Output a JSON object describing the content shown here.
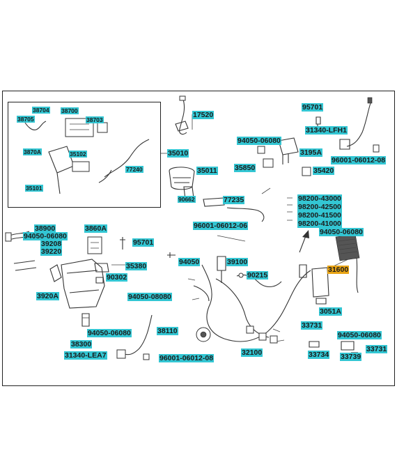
{
  "parts": [
    {
      "id": "p17520",
      "number": "17520"
    },
    {
      "id": "p95701a",
      "number": "95701"
    },
    {
      "id": "p38704",
      "number": "38704"
    },
    {
      "id": "p38700",
      "number": "38700"
    },
    {
      "id": "p38705",
      "number": "38705"
    },
    {
      "id": "p38703",
      "number": "38703"
    },
    {
      "id": "p3870A",
      "number": "3870A"
    },
    {
      "id": "p35102",
      "number": "35102"
    },
    {
      "id": "p35101",
      "number": "35101"
    },
    {
      "id": "p77240",
      "number": "77240"
    },
    {
      "id": "p35010",
      "number": "35010"
    },
    {
      "id": "p35011",
      "number": "35011"
    },
    {
      "id": "p31340LFH1",
      "number": "31340-LFH1"
    },
    {
      "id": "p9405006080a",
      "number": "94050-06080"
    },
    {
      "id": "p3195A",
      "number": "3195A"
    },
    {
      "id": "p96001a",
      "number": "96001-06012-08"
    },
    {
      "id": "p35850",
      "number": "35850"
    },
    {
      "id": "p35420",
      "number": "35420"
    },
    {
      "id": "p90662",
      "number": "90662"
    },
    {
      "id": "p77235",
      "number": "77235"
    },
    {
      "id": "p98200a",
      "number": "98200-43000"
    },
    {
      "id": "p98200b",
      "number": "98200-42500"
    },
    {
      "id": "p98200c",
      "number": "98200-41500"
    },
    {
      "id": "p98200d",
      "number": "98200-41000"
    },
    {
      "id": "p96001b",
      "number": "96001-06012-06"
    },
    {
      "id": "p38900",
      "number": "38900"
    },
    {
      "id": "p3860A",
      "number": "3860A"
    },
    {
      "id": "p9405006080b",
      "number": "94050-06080"
    },
    {
      "id": "p9405006080c",
      "number": "94050-06080"
    },
    {
      "id": "p39208",
      "number": "39208"
    },
    {
      "id": "p95701b",
      "number": "95701"
    },
    {
      "id": "p39220",
      "number": "39220"
    },
    {
      "id": "p35380",
      "number": "35380"
    },
    {
      "id": "p94050",
      "number": "94050"
    },
    {
      "id": "p39100",
      "number": "39100"
    },
    {
      "id": "p90302",
      "number": "90302"
    },
    {
      "id": "p31600",
      "number": "31600"
    },
    {
      "id": "p90215",
      "number": "90215"
    },
    {
      "id": "p3920A",
      "number": "3920A"
    },
    {
      "id": "p9405008080",
      "number": "94050-08080"
    },
    {
      "id": "p3051A",
      "number": "3051A"
    },
    {
      "id": "p33731a",
      "number": "33731"
    },
    {
      "id": "p38110",
      "number": "38110"
    },
    {
      "id": "p9405006080d",
      "number": "94050-06080"
    },
    {
      "id": "p9405006080e",
      "number": "94050-06080"
    },
    {
      "id": "p38300",
      "number": "38300"
    },
    {
      "id": "p33731b",
      "number": "33731"
    },
    {
      "id": "p32100",
      "number": "32100"
    },
    {
      "id": "p33734",
      "number": "33734"
    },
    {
      "id": "p33739",
      "number": "33739"
    },
    {
      "id": "p31340LEA7",
      "number": "31340-LEA7"
    },
    {
      "id": "p96001c",
      "number": "96001-06012-08"
    }
  ]
}
